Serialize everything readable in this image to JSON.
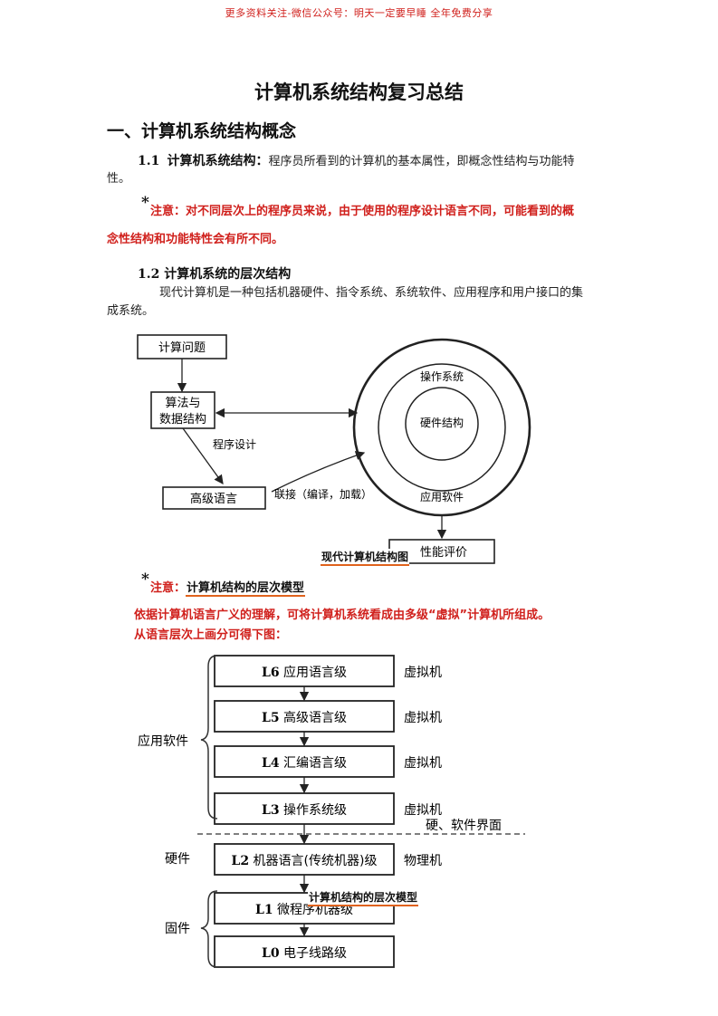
{
  "banner": "更多资料关注-微信公众号：明天一定要早睡 全年免费分享",
  "title": "计算机系统结构复习总结",
  "section1": {
    "heading": "一、计算机系统结构概念",
    "s11_num": "1.1",
    "s11_term": "计算机系统结构：",
    "s11_def_line1": "程序员所看到的计算机的基本属性，即概念性结构与功能特",
    "s11_def_line2": "性。",
    "star": "*",
    "note1_line1": "注意：对不同层次上的程序员来说，由于使用的程序设计语言不同，可能看到的概",
    "note1_line2": "念性结构和功能特性会有所不同。",
    "s12_heading": "1.2  计算机系统的层次结构",
    "s12_line1": "现代计算机是一种包括机器硬件、指令系统、系统软件、应用程序和用户接口的集",
    "s12_line2": "成系统。"
  },
  "diagram1": {
    "box_problem": "计算问题",
    "box_algo_1": "算法与",
    "box_algo_2": "数据结构",
    "label_programming": "程序设计",
    "box_hll": "高级语言",
    "label_link": "联接（编译，加载）",
    "ring_os": "操作系统",
    "ring_hw": "硬件结构",
    "ring_app": "应用软件",
    "box_perf": "性能评价",
    "caption": "现代计算机结构图"
  },
  "note2": {
    "star": "*",
    "prefix": "注意：",
    "underlined": "计算机结构的层次模型"
  },
  "red_para": {
    "line1": "依据计算机语言广义的理解，可将计算机系统看成由多级“虚拟”计算机所组成。",
    "line2": "从语言层次上画分可得下图："
  },
  "diagram2": {
    "levels": [
      {
        "code": "L6",
        "name": "应用语言级",
        "side": "虚拟机"
      },
      {
        "code": "L5",
        "name": "高级语言级",
        "side": "虚拟机"
      },
      {
        "code": "L4",
        "name": "汇编语言级",
        "side": "虚拟机"
      },
      {
        "code": "L3",
        "name": "操作系统级",
        "side": "虚拟机"
      },
      {
        "code": "L2",
        "name": "机器语言(传统机器)级",
        "side": "物理机"
      },
      {
        "code": "L1",
        "name": "微程序机器级",
        "side": ""
      },
      {
        "code": "L0",
        "name": "电子线路级",
        "side": ""
      }
    ],
    "group_app": "应用软件",
    "group_hw": "硬件",
    "group_fw": "固件",
    "interface": "硬、软件界面",
    "caption": "计算机结构的层次模型"
  }
}
